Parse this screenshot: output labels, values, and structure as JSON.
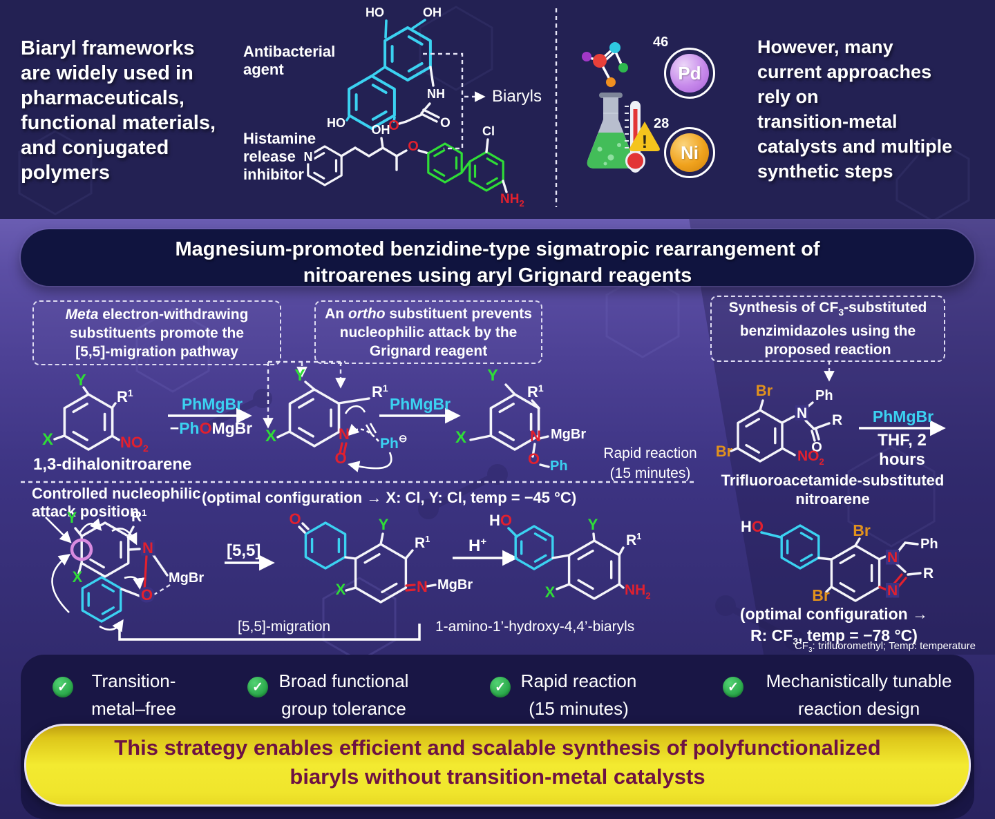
{
  "colors": {
    "bg_top": "#232153",
    "bg_mid": "#4d4195",
    "banner_navy": "#10143f",
    "panel_navy": "#191645",
    "cyan": "#3bd2f1",
    "green": "#2fdd37",
    "red": "#e2202e",
    "orange": "#e2921c",
    "pink": "#d98be0",
    "pd": "#c78aeb",
    "ni": "#f0a21d",
    "check_green": "#2db44e",
    "yellow": "#f3ea30",
    "banner_text": "#6d1243"
  },
  "icons": {
    "check": "✓",
    "warning": "!"
  },
  "sym": {
    "Y": "Y",
    "X": "X",
    "R": "R",
    "sup1": "1",
    "N": "N",
    "O": "O",
    "MgBr": "MgBr",
    "Ph": "Ph",
    "NO": "NO",
    "sub2": "2",
    "NH": "NH",
    "H": "H",
    "HO": "HO",
    "OH": "OH",
    "Br": "Br",
    "Cl": "Cl",
    "ominus": "⊖"
  },
  "top": {
    "headline": {
      "l1": "Biaryl frameworks",
      "l2": "are widely used in",
      "l3": "pharmaceuticals,",
      "l4": "functional materials,",
      "l5": "and conjugated",
      "l6": "polymers"
    },
    "antibacterial": {
      "l1": "Antibacterial",
      "l2": "agent"
    },
    "histamine": {
      "l1": "Histamine",
      "l2": "release",
      "l3": "inhibitor"
    },
    "biaryls": "Biaryls",
    "pd": {
      "num": "46",
      "label": "Pd"
    },
    "ni": {
      "num": "28",
      "label": "Ni"
    },
    "right": {
      "l1": "However, many",
      "l2": "current approaches",
      "l3": "rely on",
      "l4": "transition-metal",
      "l5": "catalysts and multiple",
      "l6": "synthetic steps"
    }
  },
  "title": {
    "l1": "Magnesium-promoted benzidine-type sigmatropic rearrangement of",
    "l2": "nitroarenes using aryl Grignard reagents"
  },
  "boxes": {
    "box1": {
      "em": "Meta",
      "t1": " electron-withdrawing",
      "l2": "substituents promote the",
      "l3": "[5,5]-migration pathway"
    },
    "box2": {
      "t0": "An ",
      "em": "ortho",
      "t1": " substituent prevents",
      "l2": "nucleophilic attack by the",
      "l3": "Grignard reagent"
    },
    "box3": {
      "t0": "Synthesis of CF",
      "sub": "3",
      "t1": "-substituted",
      "l2": "benzimidazoles using the",
      "l3": "proposed reaction"
    }
  },
  "scheme": {
    "reagent_phmgbr": "PhMgBr",
    "byproduct": {
      "minus": "−",
      "ph": "Ph",
      "o": "O",
      "mgbr": "MgBr"
    },
    "substrate1": "1,3-dihalonitroarene",
    "rapid": {
      "l1": "Rapid reaction",
      "l2": "(15 minutes)"
    },
    "thf": "THF, 2 hours",
    "substrate2": {
      "l1": "Trifluoroacetamide-substituted",
      "l2": "nitroarene"
    },
    "controlled": {
      "l1": "Controlled nucleophilic",
      "l2": "attack position"
    },
    "optimal1": "(optimal configuration → X: Cl, Y: Cl, temp = −45 °C)",
    "migration_tag": "[5,5]",
    "migration_label": "[5,5]-migration",
    "hplus": {
      "base": "H",
      "sup": "+"
    },
    "product_label": "1-amino-1’-hydroxy-4,4’-biaryls",
    "optimal2": {
      "l1": "(optimal configuration →",
      "l2a": "R: CF",
      "l2sub": "3",
      "l2b": ", temp = −78 °C)"
    },
    "footnote": {
      "a": "CF",
      "sub": "3",
      "b": ": trifluoromethyl; Temp: temperature"
    }
  },
  "benefits": [
    {
      "l1": "Transition-",
      "l2": "metal–free"
    },
    {
      "l1": "Broad functional",
      "l2": "group tolerance"
    },
    {
      "l1": "Rapid reaction",
      "l2": "(15 minutes)"
    },
    {
      "l1": "Mechanistically tunable",
      "l2": "reaction design"
    }
  ],
  "banner": {
    "l1": "This strategy enables efficient and scalable synthesis of polyfunctionalized",
    "l2": "biaryls without transition-metal catalysts"
  }
}
